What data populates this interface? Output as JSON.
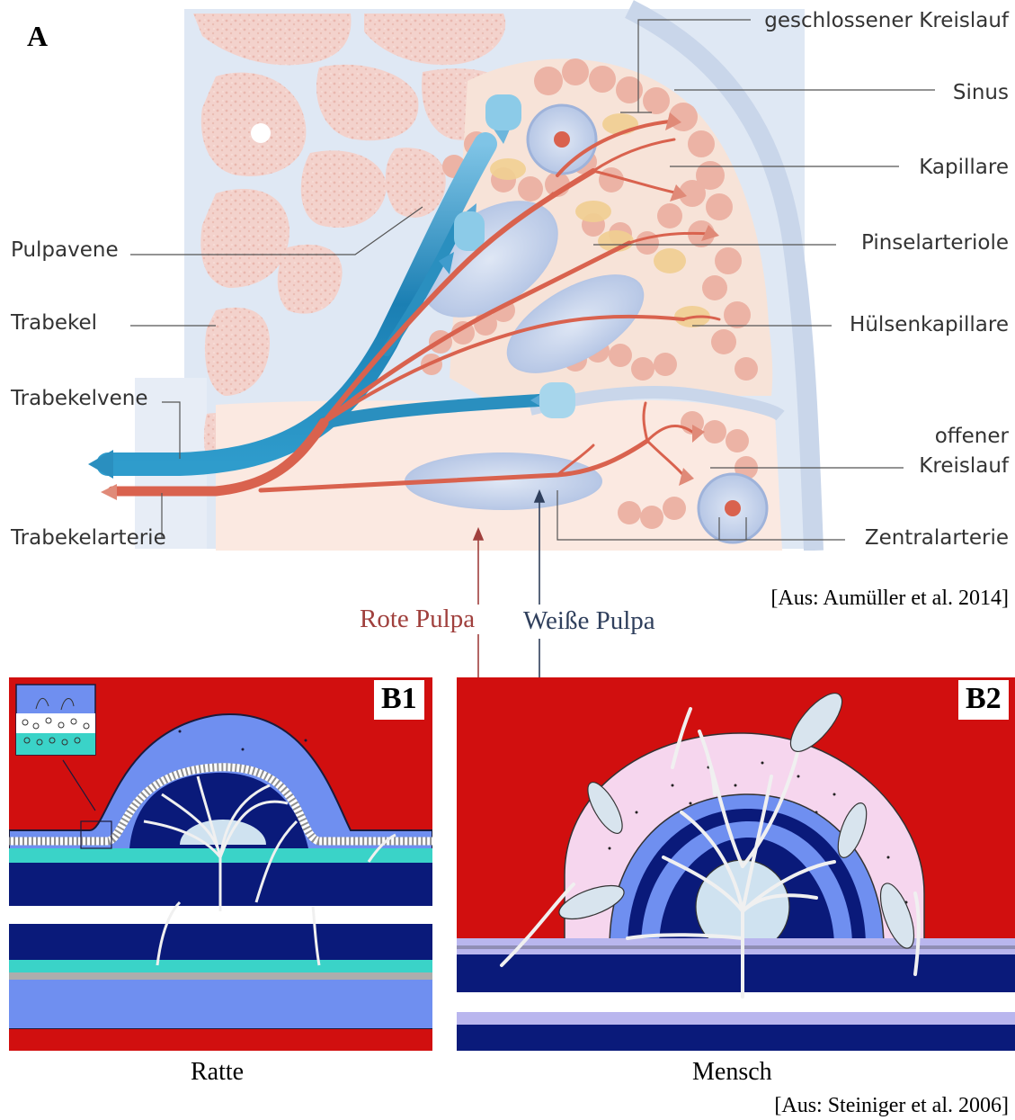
{
  "panel_a": {
    "letter": "A",
    "labels_left": {
      "pulpavene": "Pulpavene",
      "trabekel": "Trabekel",
      "trabekelvene": "Trabekelvene",
      "trabekelarterie": "Trabekelarterie"
    },
    "labels_right": {
      "geschlossener_kreislauf": "geschlossener Kreislauf",
      "sinus": "Sinus",
      "kapillare": "Kapillare",
      "pinselarteriole": "Pinselarteriole",
      "huelsenkapillare": "Hülsenkapillare",
      "offener_kreislauf_1": "offener",
      "offener_kreislauf_2": "Kreislauf",
      "zentralarterie": "Zentralarterie"
    },
    "citation": "[Aus: Aumüller et al. 2014]"
  },
  "pulpa_labels": {
    "rote": "Rote Pulpa",
    "weisse": "Weiße Pulpa"
  },
  "panel_b1": {
    "badge": "B1",
    "caption": "Ratte"
  },
  "panel_b2": {
    "badge": "B2",
    "caption": "Mensch"
  },
  "citation_b": "[Aus: Steiniger et al. 2006]",
  "colors": {
    "red_pulp": "#d10f0f",
    "rote_label": "#a0403d",
    "weisse_label": "#2f3f5c",
    "vein": "#2a8fbf",
    "artery": "#d9624e",
    "navy": "#0a1a7a",
    "light_blue": "#6f8ff0",
    "teal": "#3ad3c8",
    "pink": "#f6d6ee"
  }
}
